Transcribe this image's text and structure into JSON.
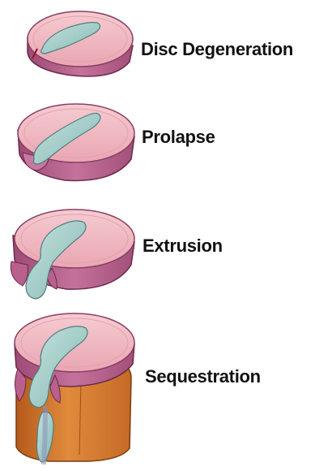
{
  "stages": [
    {
      "id": "degeneration",
      "label": "Disc Degeneration"
    },
    {
      "id": "prolapse",
      "label": "Prolapse"
    },
    {
      "id": "extrusion",
      "label": "Extrusion"
    },
    {
      "id": "sequestration",
      "label": "Sequestration"
    }
  ],
  "colors": {
    "annulus_top": "#f0b8c0",
    "annulus_side": "#b85c84",
    "nucleus": "#a6d0cc",
    "vertebra": "#d2742c"
  }
}
